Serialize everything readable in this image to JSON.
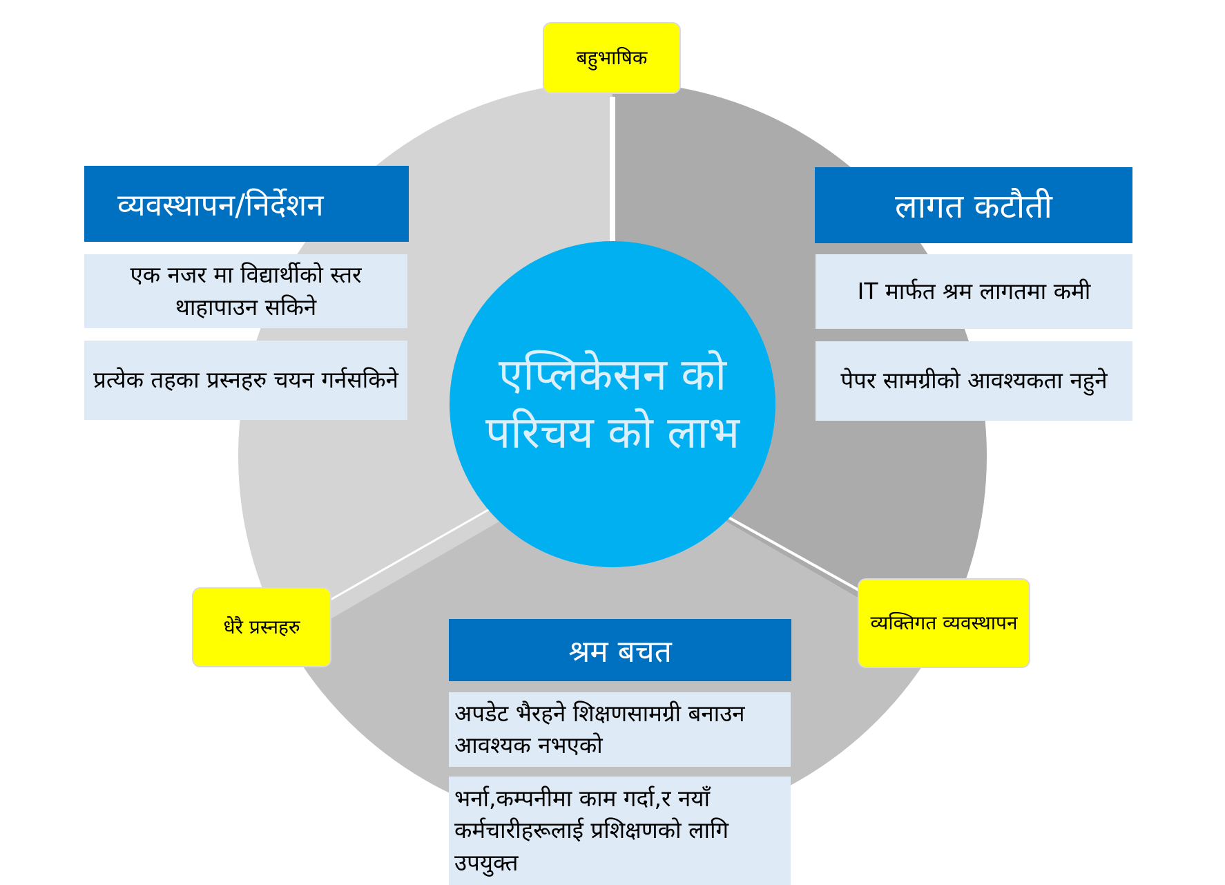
{
  "colors": {
    "sector_left": "#D4D4D4",
    "sector_right": "#ABABAB",
    "sector_bottom": "#C0C0C0",
    "divider": "#FFFFFF",
    "center": "#00B0F0",
    "header": "#0070C0",
    "item": "#DEEAF6",
    "tag": "#FFFF00"
  },
  "center": {
    "title": "एप्लिकेसन को परिचय को लाभ"
  },
  "tags": {
    "top": "बहुभाषिक",
    "right": "व्यक्तिगत व्यवस्थापन",
    "left": "धेरै प्रस्नहरु"
  },
  "groups": {
    "management": {
      "title": "व्यवस्थापन/निर्देशन",
      "items": [
        "एक नजर मा विद्यार्थीको स्तर थाहापाउन सकिने",
        "प्रत्येक तहका प्रस्नहरु चयन गर्नसकिने"
      ]
    },
    "cost": {
      "title": "लागत कटौती",
      "items": [
        "IT मार्फत श्रम लागतमा कमी",
        "पेपर सामग्रीको आवश्यकता नहुने"
      ]
    },
    "labor": {
      "title": "श्रम बचत",
      "items": [
        "अपडेट भैरहने शिक्षणसामग्री बनाउन आवश्यक नभएको",
        "भर्ना,कम्पनीमा काम गर्दा,र नयाँ कर्मचारीहरूलाई प्रशिक्षणको लागि उपयुक्त"
      ]
    }
  }
}
